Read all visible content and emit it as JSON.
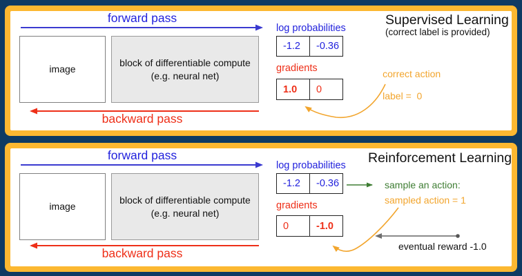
{
  "colors": {
    "background": "#0e3a63",
    "panel_border": "#fcb831",
    "panel_bg": "#ffffff",
    "blue": "#2222dd",
    "red": "#ee2f18",
    "orange": "#f2a52d",
    "green": "#3e7d33",
    "gray": "#7a7a7a",
    "block_fill": "#e9e9e9"
  },
  "panels": [
    {
      "title": "Supervised Learning",
      "subtitle": "(correct label is provided)",
      "forward_pass_label": "forward pass",
      "backward_pass_label": "backward pass",
      "image_box_label": "image",
      "block_line1": "block of differentiable compute",
      "block_line2": "(e.g. neural net)",
      "log_probabilities_label": "log probabilities",
      "log_probabilities": [
        "-1.2",
        "-0.36"
      ],
      "gradients_label": "gradients",
      "gradients": [
        "1.0",
        "0"
      ],
      "annotation_line1": "correct action",
      "annotation_line2": "label =  0"
    },
    {
      "title": "Reinforcement Learning",
      "forward_pass_label": "forward pass",
      "backward_pass_label": "backward pass",
      "image_box_label": "image",
      "block_line1": "block of differentiable compute",
      "block_line2": "(e.g. neural net)",
      "log_probabilities_label": "log probabilities",
      "log_probabilities": [
        "-1.2",
        "-0.36"
      ],
      "gradients_label": "gradients",
      "gradients": [
        "0",
        "-1.0"
      ],
      "sample_action_label": "sample an action:",
      "sampled_action_label": "sampled action = 1",
      "eventual_reward_label": "eventual reward -1.0"
    }
  ]
}
